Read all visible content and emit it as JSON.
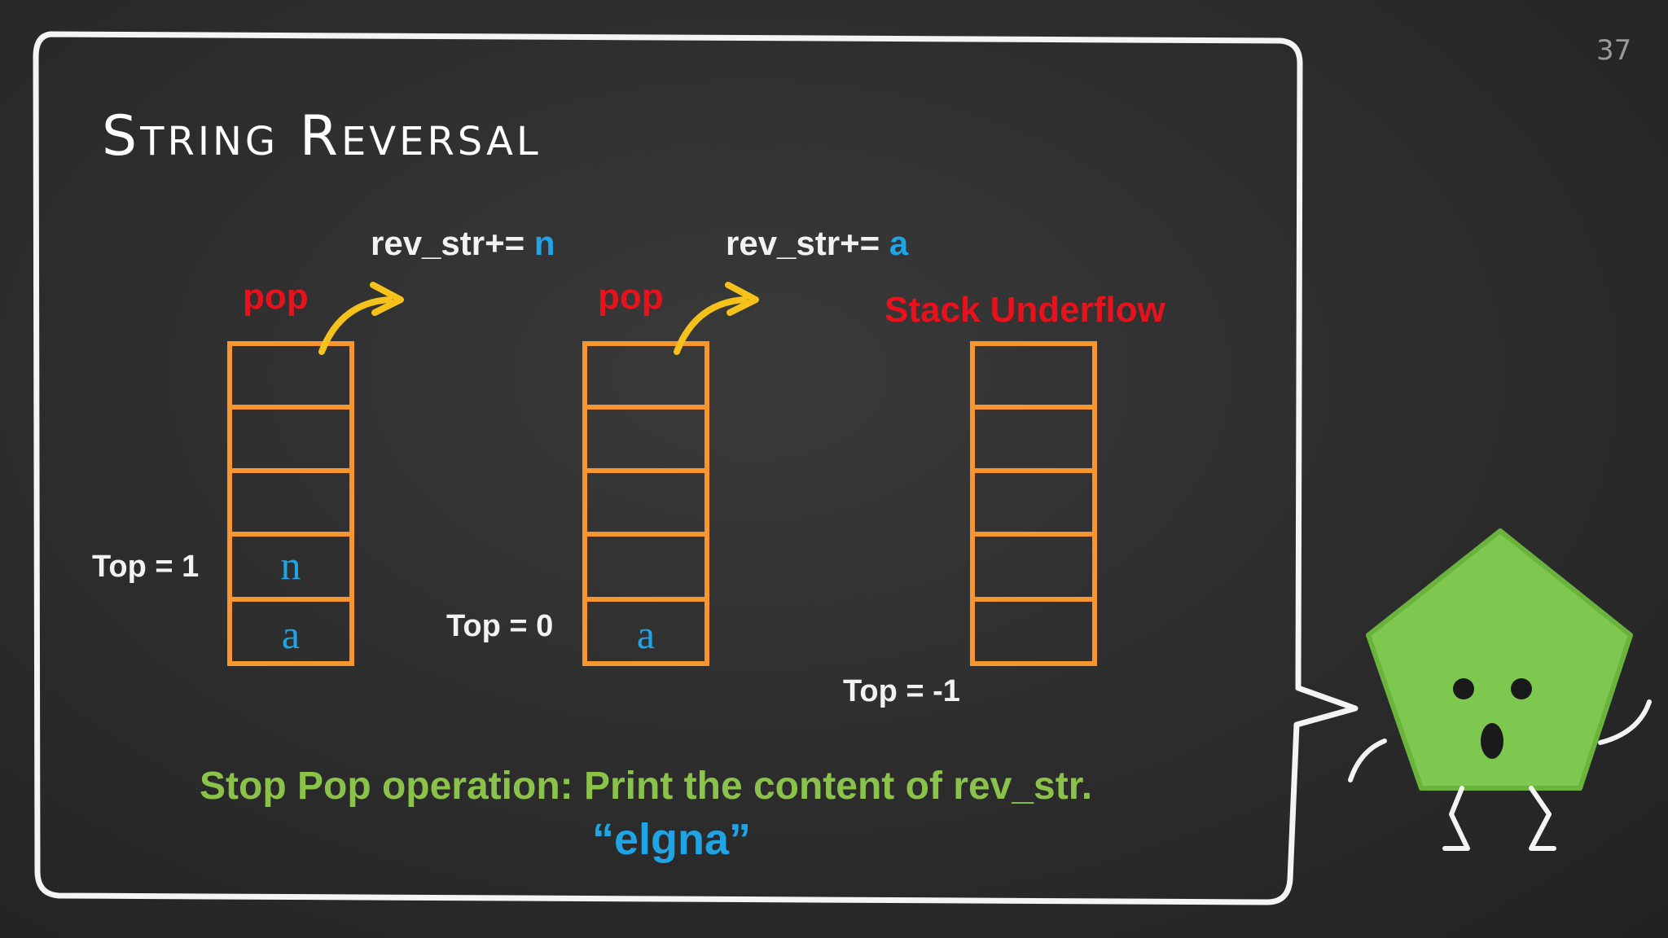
{
  "slide": {
    "title": "String Reversal",
    "page_number": "37"
  },
  "stacks": [
    {
      "operation": "pop",
      "expression_prefix": "rev_str+=",
      "expression_char": "n",
      "top_label": "Top = 1",
      "cells": [
        "",
        "",
        "",
        "n",
        "a"
      ]
    },
    {
      "operation": "pop",
      "expression_prefix": "rev_str+=",
      "expression_char": "a",
      "top_label": "Top = 0",
      "cells": [
        "",
        "",
        "",
        "",
        "a"
      ]
    },
    {
      "status": "Stack Underflow",
      "top_label": "Top = -1",
      "cells": [
        "",
        "",
        "",
        "",
        ""
      ]
    }
  ],
  "message": "Stop Pop operation: Print the content of rev_str.",
  "result": "“elgna”",
  "colors": {
    "stack_outline": "#f7962e",
    "arrow": "#f5c21b",
    "alert": "#e8121c",
    "highlight": "#1fa4e6",
    "message": "#8bc34a",
    "mascot": "#7ec850"
  },
  "icons": [
    "surprised-pentagon-mascot-icon",
    "curved-arrow-icon"
  ]
}
